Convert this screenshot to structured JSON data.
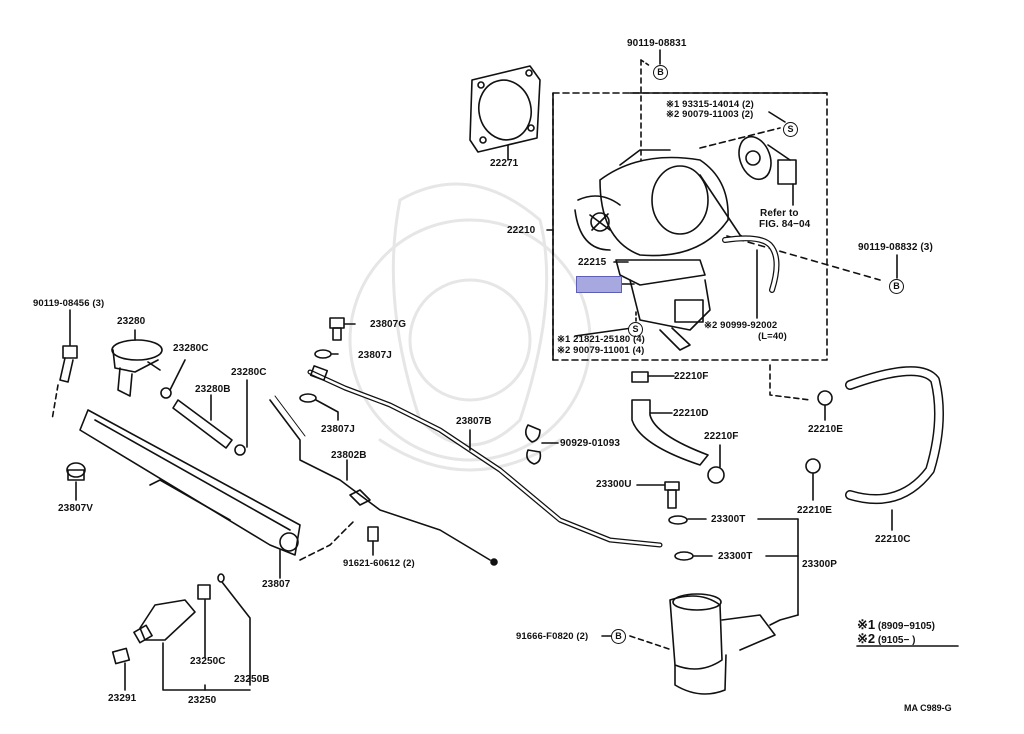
{
  "diagram": {
    "title_code": "MA C989-G",
    "watermark": "faint emblem watermark",
    "highlight_color": "#a7a8e0",
    "legend": [
      {
        "mark": "※1",
        "range": "(8909−9105)"
      },
      {
        "mark": "※2",
        "range": "(9105−        )"
      }
    ],
    "symbols": {
      "bolt": "B",
      "screw": "S"
    },
    "labels": {
      "p90119_08831": "90119-08831",
      "p93315": "※1 93315-14014 (2)",
      "p90079_11003": "※2 90079-11003 (2)",
      "p22271": "22271",
      "p22210": "22210",
      "refer": "Refer to",
      "fig": "FIG. 84−04",
      "p90119_08832": "90119-08832 (3)",
      "p22215": "22215",
      "p21821": "※1 21821-25180 (4)",
      "p90079_11001": "※2 90079-11001 (4)",
      "p90999": "※2 90999-92002",
      "p90999_len": "(L=40)",
      "p90119_08456": "90119-08456 (3)",
      "p23280": "23280",
      "p23280C_a": "23280C",
      "p23280C_b": "23280C",
      "p23280B": "23280B",
      "p23807G": "23807G",
      "p23807J_a": "23807J",
      "p23807J_b": "23807J",
      "p23807B": "23807B",
      "p22210F_a": "22210F",
      "p22210D": "22210D",
      "p22210F_b": "22210F",
      "p90929": "90929-01093",
      "p22210E_a": "22210E",
      "p22210E_b": "22210E",
      "p22210C": "22210C",
      "p23300U": "23300U",
      "p23300T_a": "23300T",
      "p23300T_b": "23300T",
      "p23300P": "23300P",
      "p23807V": "23807V",
      "p23802B": "23802B",
      "p91621": "91621-60612 (2)",
      "p23807": "23807",
      "p91666": "91666-F0820 (2)",
      "p23250C": "23250C",
      "p23250B": "23250B",
      "p23291": "23291",
      "p23250": "23250"
    }
  }
}
